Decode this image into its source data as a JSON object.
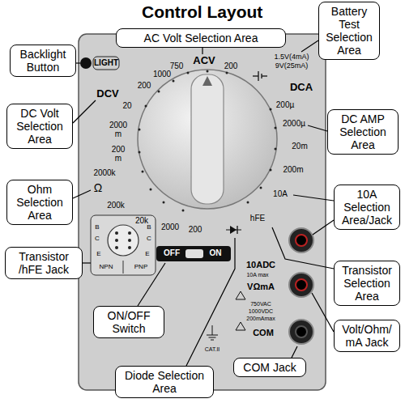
{
  "diagram": {
    "title": "Control Layout",
    "nodes": [
      {
        "text": [
          "Backlight Button"
        ]
      },
      {
        "text": [
          "AC Volt Selection Area"
        ]
      },
      {
        "text": [
          "Battery Test Selection Area"
        ]
      },
      {
        "text": [
          "DC Volt Selection Area"
        ]
      },
      {
        "text": [
          "DC AMP Selection Area"
        ]
      },
      {
        "text": [
          "Ohm Selection Area"
        ]
      },
      {
        "text": [
          "10A Selection Area/Jack"
        ]
      },
      {
        "text": [
          "Transistor /hFE Jack"
        ]
      },
      {
        "text": [
          "Transistor Selection Area"
        ]
      },
      {
        "text": [
          "ON/OFF Switch"
        ]
      },
      {
        "text": [
          "Volt/Ohm/ mA Jack"
        ]
      },
      {
        "text": [
          "COM Jack"
        ]
      },
      {
        "text": [
          "Diode Selection Area"
        ]
      }
    ],
    "labels": [
      "LIGHT",
      "750",
      "ACV",
      "200",
      "1000",
      "200",
      "DCV",
      "20",
      "2000 m",
      "200 m",
      "1.5V(4mA)",
      "9V(25mA)",
      "DCA",
      "200µ",
      "2000µ",
      "20m",
      "200m",
      "10A",
      "2000k",
      "Ω",
      "200k",
      "20k",
      "2000",
      "200",
      "hFE",
      "OFF",
      "ON",
      "10ADC",
      "10A max",
      "VΩmA",
      "750VAC",
      "1000VDC",
      "200mAmax",
      "COM",
      "CAT.II",
      "B",
      "C",
      "E",
      "NPN",
      "B",
      "C",
      "E",
      "PNP"
    ]
  }
}
